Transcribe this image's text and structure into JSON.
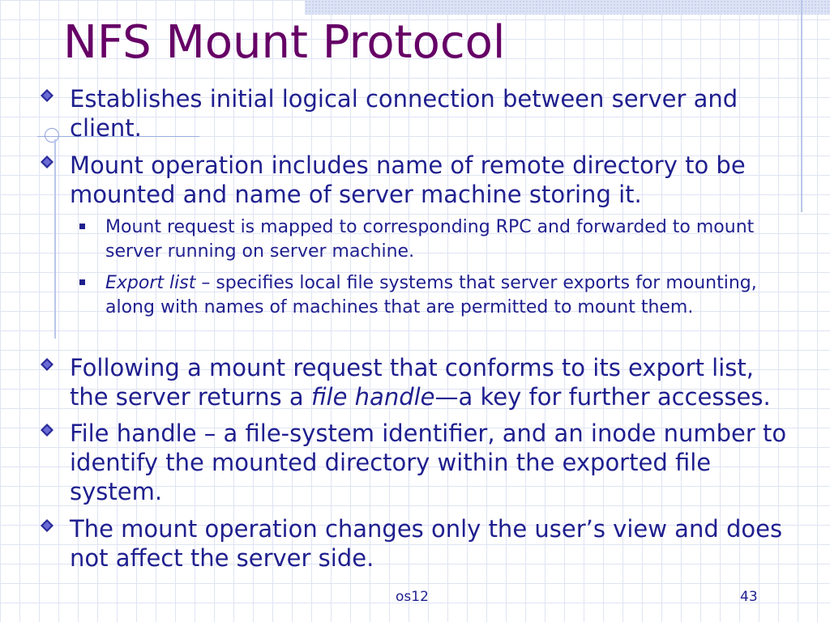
{
  "slide": {
    "title": "NFS Mount Protocol",
    "bullets": [
      {
        "text": "Establishes initial logical connection between server and client."
      },
      {
        "text": "Mount operation includes name of remote directory to be mounted and name of server machine storing it."
      },
      {
        "text_before": "Following a mount request that conforms to its export list, the server returns a ",
        "italic": "file handle",
        "text_after": "—a key for further accesses."
      },
      {
        "text": "File handle – a file-system identifier, and an inode number to identify the mounted directory within the exported file system."
      },
      {
        "text": "The mount operation changes only the user’s view and does not affect the server side."
      }
    ],
    "subbullets": [
      {
        "text": "Mount request is mapped to corresponding RPC and forwarded to mount server running on server machine."
      },
      {
        "italic": "Export list",
        "text_after": " – specifies local file systems that server exports for mounting, along with names of machines that are permitted to mount them."
      }
    ],
    "footer": {
      "left": "os12",
      "right": "43"
    }
  },
  "colors": {
    "title": "#660066",
    "text": "#1f1f8f",
    "diamond": "#2a2a9a"
  }
}
